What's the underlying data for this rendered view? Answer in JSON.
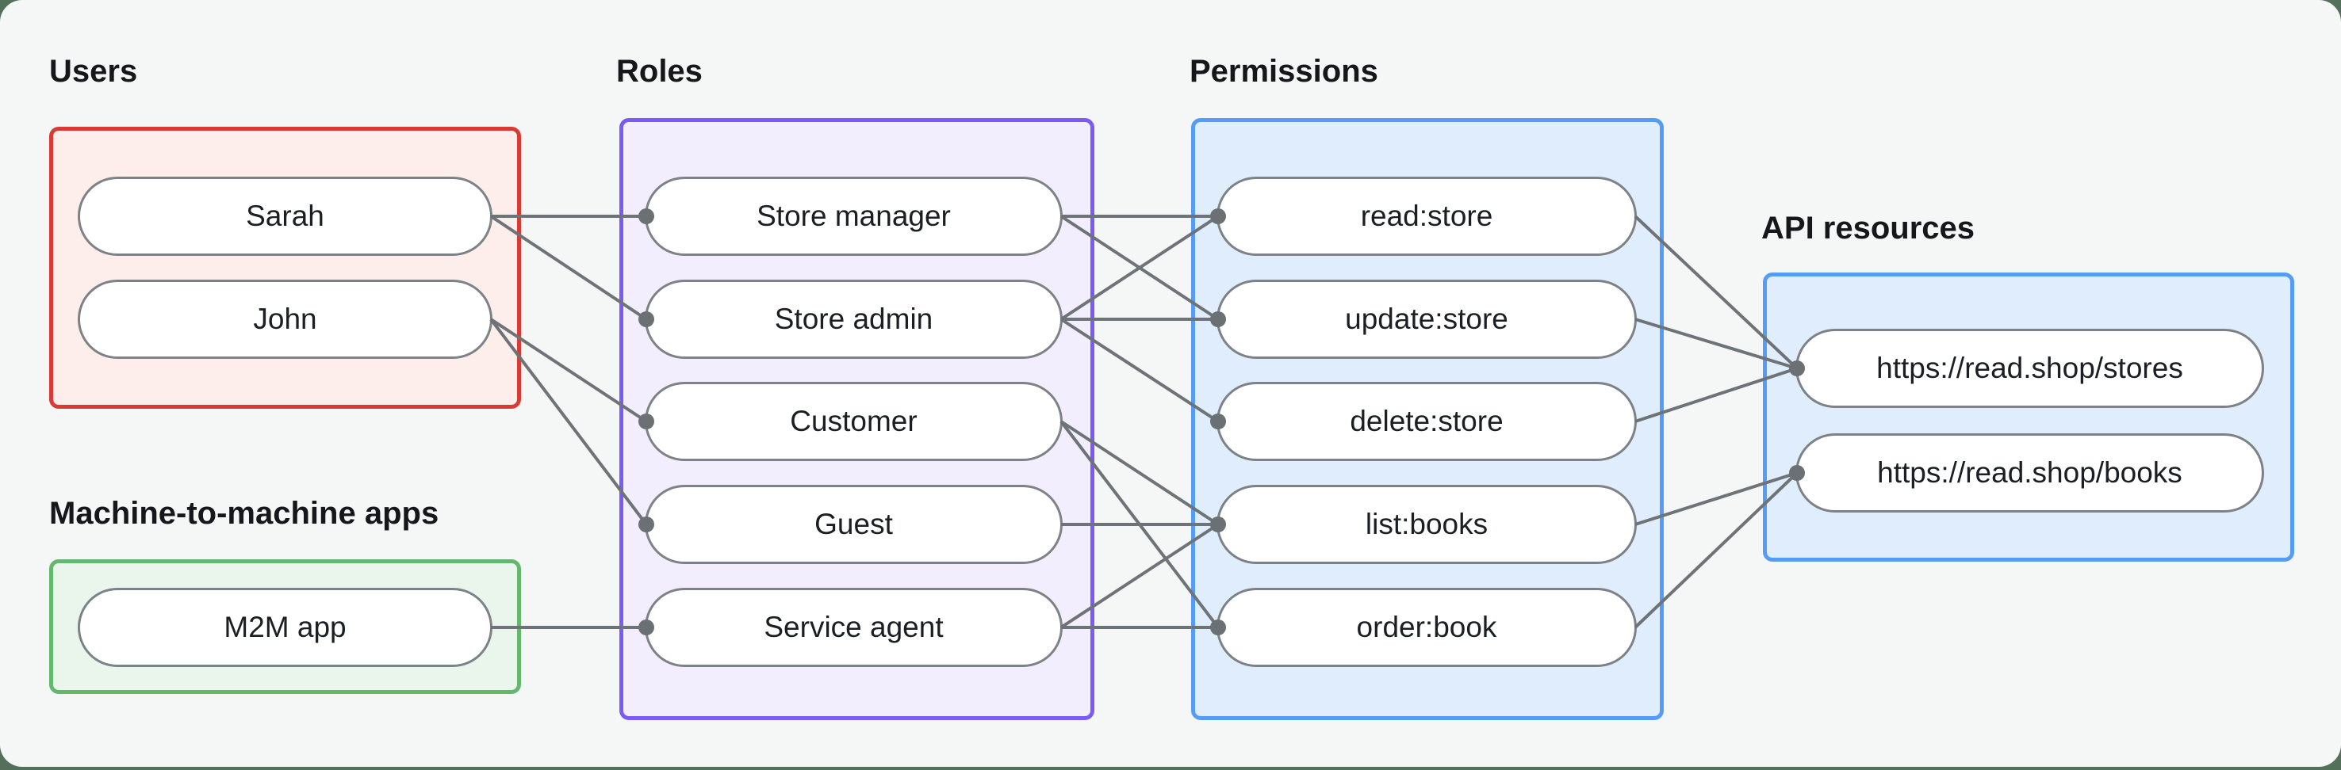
{
  "page": {
    "outer_background": "#53705a",
    "canvas_background": "#f5f6f6"
  },
  "style": {
    "edge_color": "#6e7377",
    "dot_color": "#6b7074",
    "pill_border": "#7d8286",
    "pill_fill": "#ffffff",
    "pill_text": "#1b1e22",
    "label_text": "#15181b"
  },
  "groups": [
    {
      "id": "users",
      "label": "Users",
      "border_color": "#da3a33",
      "fill_color": "#fdedeb",
      "nodes": [
        {
          "id": "sarah",
          "label": "Sarah"
        },
        {
          "id": "john",
          "label": "John"
        }
      ]
    },
    {
      "id": "m2m",
      "label": "Machine-to-machine apps",
      "border_color": "#64b76d",
      "fill_color": "#eaf6eb",
      "nodes": [
        {
          "id": "m2m_app",
          "label": "M2M app"
        }
      ]
    },
    {
      "id": "roles",
      "label": "Roles",
      "border_color": "#7a5bf7",
      "fill_color": "#f3eefe",
      "nodes": [
        {
          "id": "store_manager",
          "label": "Store manager"
        },
        {
          "id": "store_admin",
          "label": "Store admin"
        },
        {
          "id": "customer",
          "label": "Customer"
        },
        {
          "id": "guest",
          "label": "Guest"
        },
        {
          "id": "service_agent",
          "label": "Service agent"
        }
      ]
    },
    {
      "id": "permissions",
      "label": "Permissions",
      "border_color": "#559cf6",
      "fill_color": "#dfedfc",
      "nodes": [
        {
          "id": "read_store",
          "label": "read:store"
        },
        {
          "id": "update_store",
          "label": "update:store"
        },
        {
          "id": "delete_store",
          "label": "delete:store"
        },
        {
          "id": "list_books",
          "label": "list:books"
        },
        {
          "id": "order_book",
          "label": "order:book"
        }
      ]
    },
    {
      "id": "api",
      "label": "API resources",
      "border_color": "#559cf6",
      "fill_color": "#dfedfc",
      "nodes": [
        {
          "id": "stores_api",
          "label": "https://read.shop/stores"
        },
        {
          "id": "books_api",
          "label": "https://read.shop/books"
        }
      ]
    }
  ],
  "edges": [
    {
      "from": "sarah",
      "to": "store_manager"
    },
    {
      "from": "sarah",
      "to": "store_admin"
    },
    {
      "from": "john",
      "to": "customer"
    },
    {
      "from": "john",
      "to": "guest"
    },
    {
      "from": "m2m_app",
      "to": "service_agent"
    },
    {
      "from": "store_manager",
      "to": "read_store"
    },
    {
      "from": "store_manager",
      "to": "update_store"
    },
    {
      "from": "store_admin",
      "to": "read_store"
    },
    {
      "from": "store_admin",
      "to": "update_store"
    },
    {
      "from": "store_admin",
      "to": "delete_store"
    },
    {
      "from": "customer",
      "to": "list_books"
    },
    {
      "from": "customer",
      "to": "order_book"
    },
    {
      "from": "guest",
      "to": "list_books"
    },
    {
      "from": "service_agent",
      "to": "list_books"
    },
    {
      "from": "service_agent",
      "to": "order_book"
    },
    {
      "from": "read_store",
      "to": "stores_api"
    },
    {
      "from": "update_store",
      "to": "stores_api"
    },
    {
      "from": "delete_store",
      "to": "stores_api"
    },
    {
      "from": "list_books",
      "to": "books_api"
    },
    {
      "from": "order_book",
      "to": "books_api"
    }
  ]
}
